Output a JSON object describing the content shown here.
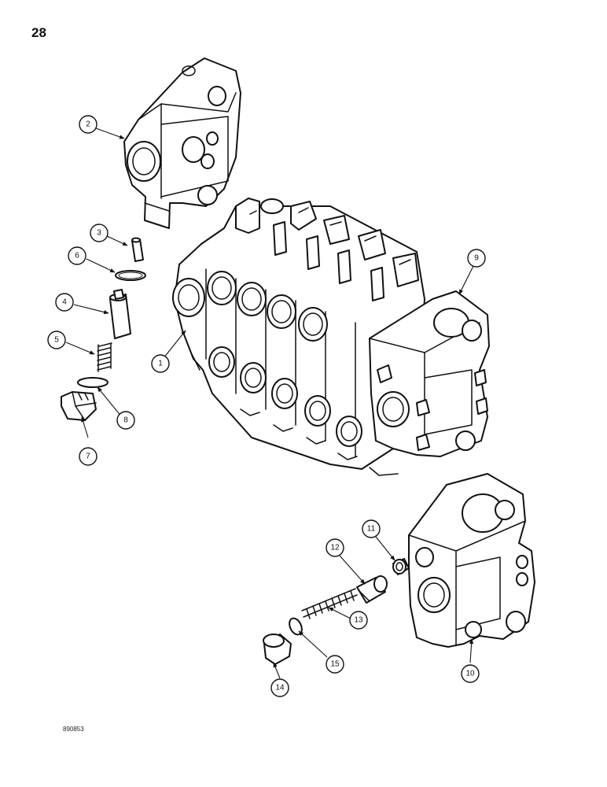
{
  "page": {
    "number": "28",
    "figure_code": "890853"
  },
  "callouts": [
    "1",
    "2",
    "3",
    "4",
    "5",
    "6",
    "7",
    "8",
    "9",
    "10",
    "11",
    "12",
    "13",
    "14",
    "15"
  ]
}
